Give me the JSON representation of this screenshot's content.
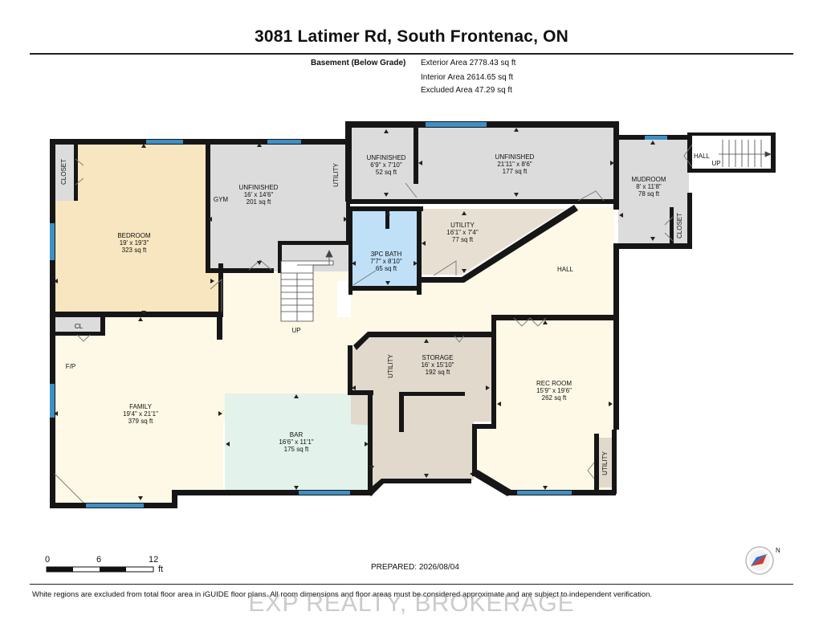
{
  "header": {
    "title": "3081 Latimer Rd, South Frontenac, ON"
  },
  "areas": {
    "level_label": "Basement (Below Grade)",
    "exterior": "Exterior Area 2778.43 sq ft",
    "interior": "Interior Area 2614.65 sq ft",
    "excluded": "Excluded Area 47.29 sq ft"
  },
  "rooms": {
    "bedroom": {
      "name": "BEDROOM",
      "dims": "19' x 19'3\"",
      "area": "323 sq ft",
      "color": "#f7e6bf"
    },
    "unfinished_gym": {
      "name": "UNFINISHED",
      "dims": "16' x 14'6\"",
      "area": "201 sq ft",
      "color": "#dcdcdc"
    },
    "unfinished_small": {
      "name": "UNFINISHED",
      "dims": "6'9\" x 7'10\"",
      "area": "52 sq ft",
      "color": "#dcdcdc"
    },
    "unfinished_large": {
      "name": "UNFINISHED",
      "dims": "21'11\" x 8'6\"",
      "area": "177 sq ft",
      "color": "#dcdcdc"
    },
    "mudroom": {
      "name": "MUDROOM",
      "dims": "8' x 11'8\"",
      "area": "78 sq ft",
      "color": "#dcdcdc"
    },
    "bath": {
      "name": "3PC BATH",
      "dims": "7'7\" x 8'10\"",
      "area": "65 sq ft",
      "color": "#bfe0f7"
    },
    "utility_mid": {
      "name": "UTILITY",
      "dims": "16'1\" x 7'4\"",
      "area": "77 sq ft",
      "color": "#e7e0d2"
    },
    "family": {
      "name": "FAMILY",
      "dims": "19'4\" x 21'1\"",
      "area": "379 sq ft",
      "color": "#fdf9e6"
    },
    "bar": {
      "name": "BAR",
      "dims": "16'6\" x 11'1\"",
      "area": "175 sq ft",
      "color": "#e3f2ea"
    },
    "storage": {
      "name": "STORAGE",
      "dims": "16' x 15'10\"",
      "area": "192 sq ft",
      "color": "#e0d9cc"
    },
    "rec_room": {
      "name": "REC ROOM",
      "dims": "15'9\" x 19'6\"",
      "area": "262 sq ft",
      "color": "#fdf9e6"
    }
  },
  "labels": {
    "closet": "CLOSET",
    "gym": "GYM",
    "utility": "UTILITY",
    "hall": "HALL",
    "up": "UP",
    "cl": "CL",
    "fp": "F/P"
  },
  "colors": {
    "wall": "#161616",
    "hall_floor": "#fdf9e6",
    "window": "#3f8fc4"
  },
  "scale": {
    "ticks": [
      "0",
      "6",
      "12"
    ],
    "unit": "ft"
  },
  "prepared": "PREPARED: 2026/08/04",
  "footer_note": "White regions are excluded from total floor area in iGUIDE floor plans. All room dimensions and floor areas must be considered approximate and are subject to independent verification.",
  "watermark": "EXP REALTY, BROKERAGE",
  "compass": {
    "letter": "N",
    "icon": "compass-icon"
  }
}
